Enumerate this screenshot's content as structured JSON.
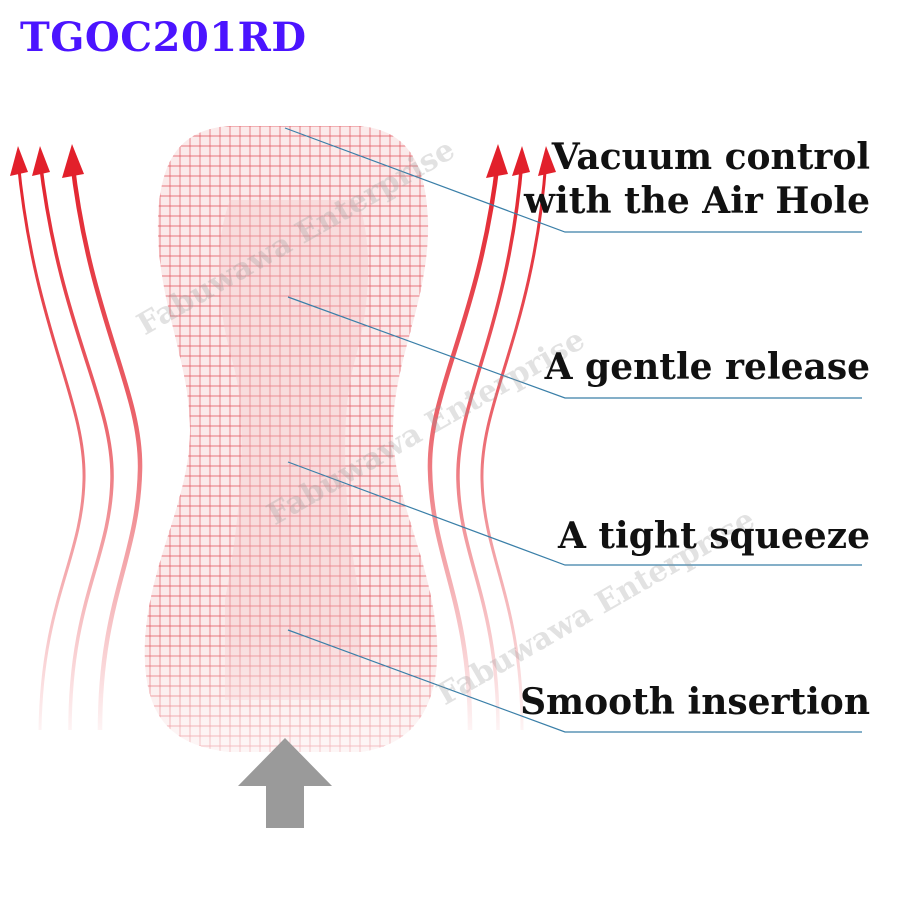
{
  "title": "TGOC201RD",
  "colors": {
    "title": "#4b14ff",
    "mesh": "#e0505a",
    "mesh_fill": "#fbeaea",
    "arrow_red": "#e2202b",
    "leader_line": "#3a7fa8",
    "push_arrow": "#9a9a9a"
  },
  "labels": [
    {
      "lines": [
        "Vacuum control",
        "with the Air Hole"
      ]
    },
    {
      "lines": [
        "A gentle release"
      ]
    },
    {
      "lines": [
        "A tight squeeze"
      ]
    },
    {
      "lines": [
        "Smooth insertion"
      ]
    }
  ],
  "watermark": "Fabuwawa Enterprise"
}
